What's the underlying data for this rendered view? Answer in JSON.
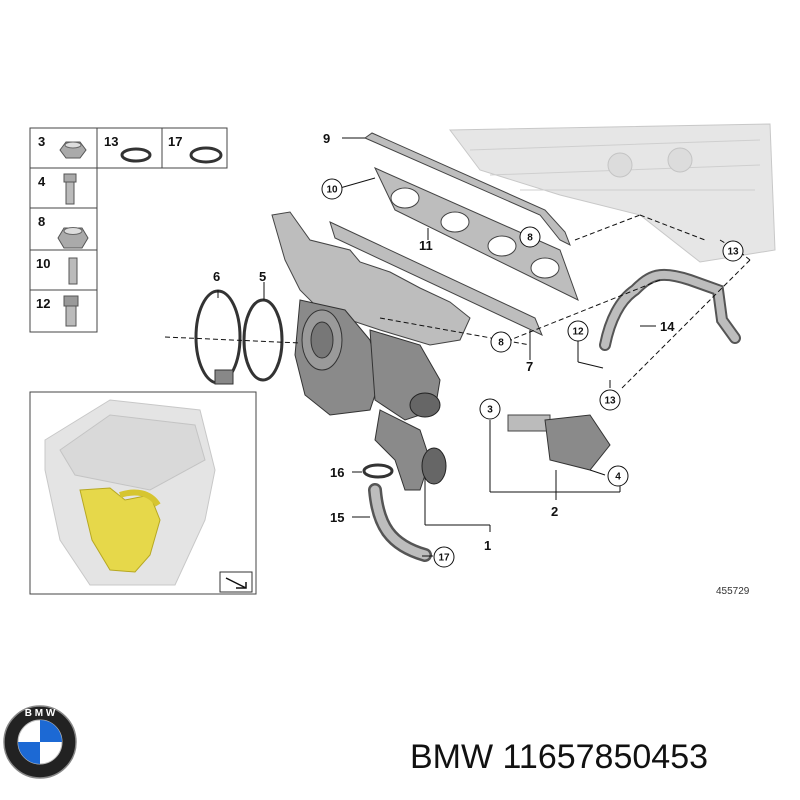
{
  "legend": [
    {
      "num": "3",
      "icon": "nut-icon"
    },
    {
      "num": "13",
      "icon": "seal-ring-icon"
    },
    {
      "num": "17",
      "icon": "seal-ring-icon"
    },
    {
      "num": "4",
      "icon": "bolt-icon"
    },
    {
      "num": "8",
      "icon": "nut-icon"
    },
    {
      "num": "10",
      "icon": "stud-icon"
    },
    {
      "num": "12",
      "icon": "bolt-icon"
    }
  ],
  "callouts": {
    "c1": "1",
    "c2": "2",
    "c3": "3",
    "c4": "4",
    "c5": "5",
    "c6": "6",
    "c7": "7",
    "c8a": "8",
    "c8b": "8",
    "c9": "9",
    "c10": "10",
    "c11": "11",
    "c12": "12",
    "c13a": "13",
    "c13b": "13",
    "c14": "14",
    "c15": "15",
    "c16": "16",
    "c17": "17"
  },
  "diagram_id": "455729",
  "footer": {
    "brand_logo": "BMW",
    "caption": "BMW 11657850453"
  }
}
